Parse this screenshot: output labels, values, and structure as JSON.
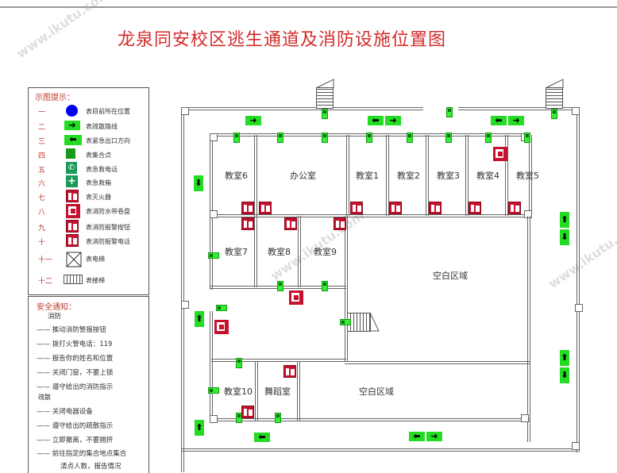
{
  "title": "龙泉同安校区逃生通道及消防设施位置图",
  "legend": {
    "heading": "示图提示：",
    "items": [
      {
        "num": "一",
        "icon": "current-location-icon",
        "text": "表目前所在位置"
      },
      {
        "num": "二",
        "icon": "evacuation-route-arrow-icon",
        "text": "表疏散路线"
      },
      {
        "num": "三",
        "icon": "emergency-exit-direction-icon",
        "text": "表紧急出口方向"
      },
      {
        "num": "四",
        "icon": "assembly-point-icon",
        "text": "表集合点"
      },
      {
        "num": "五",
        "icon": "emergency-phone-icon",
        "text": "表急救电话"
      },
      {
        "num": "六",
        "icon": "first-aid-icon",
        "text": "表急救箱"
      },
      {
        "num": "七",
        "icon": "fire-extinguisher-icon",
        "text": "表灭火器"
      },
      {
        "num": "八",
        "icon": "fire-hose-icon",
        "text": "表消防水带卷盘"
      },
      {
        "num": "九",
        "icon": "fire-alarm-button-icon",
        "text": "表消防报警按钮"
      },
      {
        "num": "十",
        "icon": "fire-alarm-phone-icon",
        "text": "表消防报警电话"
      },
      {
        "num": "十一",
        "icon": "elevator-icon",
        "text": "表电梯"
      },
      {
        "num": "十二",
        "icon": "staircase-icon",
        "text": "表楼梯"
      }
    ]
  },
  "notice": {
    "heading": "安全通知：",
    "fire_section": "消防",
    "fire_items": [
      "推动消防警报按钮",
      "拨打火警电话：119",
      "报告你的姓名和位置",
      "关闭门窗，不要上锁",
      "遵守给出的消防指示"
    ],
    "evac_section": "疏散",
    "evac_items": [
      "关闭电器设备",
      "遵守给出的疏散指示",
      "立即撤离，不要拥挤",
      "前往指定的集合地点集合",
      "清点人数，报告情况"
    ]
  },
  "rooms": {
    "r6": "教室6",
    "office": "办公室",
    "r1": "教室1",
    "r2": "教室2",
    "r3": "教室3",
    "r4": "教室4",
    "r5": "教室5",
    "r7": "教室7",
    "r8": "教室8",
    "r9": "教室9",
    "r10": "教室10",
    "dance": "舞蹈室",
    "blank1": "空白区域",
    "blank2": "空白区域"
  },
  "arrows": {
    "right": "➜",
    "left": "⬅",
    "up": "⬆",
    "down": "⬇"
  },
  "colors": {
    "title": "#d42a2a",
    "exit_green": "#22dd22",
    "fire_red": "#c4122e",
    "location_blue": "#0000ee"
  },
  "watermark": "www.ikutu.com"
}
